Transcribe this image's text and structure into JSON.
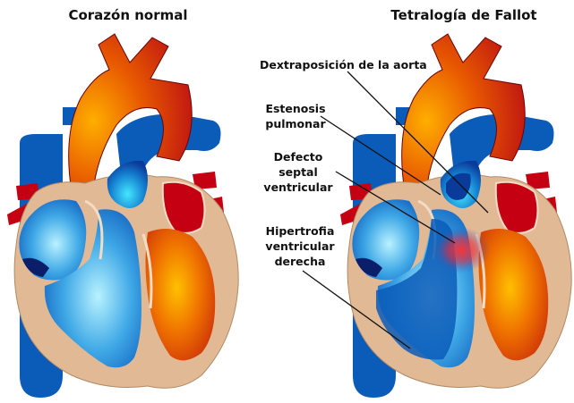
{
  "normal": {
    "title": "Corazón normal"
  },
  "fallot": {
    "title": "Tetralogía de Fallot",
    "labels": {
      "aorta": "Dextraposición de la aorta",
      "estenosis_1": "Estenosis",
      "estenosis_2": "pulmonar",
      "defecto_1": "Defecto",
      "defecto_2": "septal",
      "defecto_3": "ventricular",
      "hipertrofia_1": "Hipertrofia",
      "hipertrofia_2": "ventricular",
      "hipertrofia_3": "derecha"
    }
  },
  "colors": {
    "blue_vessel": "#0a5cb8",
    "red_vessel": "#c40012",
    "muscle": "#e2b995",
    "oxygenated_center": "#ffc200",
    "deoxygenated_center": "#9fe8ff"
  }
}
